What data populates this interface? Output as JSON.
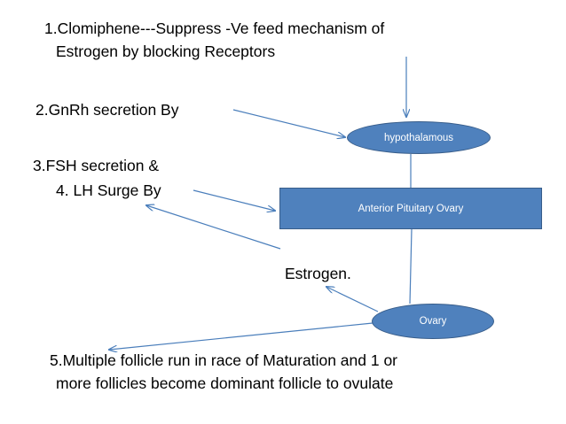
{
  "text": {
    "line1a": "1.Clomiphene---Suppress  -Ve feed mechanism of",
    "line1b": "Estrogen by blocking Receptors",
    "line2": "2.GnRh secretion By",
    "line3a": "3.FSH  secretion &",
    "line3b": "4. LH  Surge  By",
    "estrogen": "Estrogen.",
    "line5a": "5.Multiple follicle run in race of Maturation and 1 or",
    "line5b": "more follicles become dominant follicle to ovulate"
  },
  "shapes": {
    "hypothalamus": "hypothalamous",
    "anterior_pituitary": "Anterior Pituitary Ovary",
    "ovary": "Ovary"
  },
  "colors": {
    "shape_fill": "#4f81bd",
    "shape_border": "#385d8a",
    "arrow": "#4a7ebb",
    "text": "#000000"
  }
}
